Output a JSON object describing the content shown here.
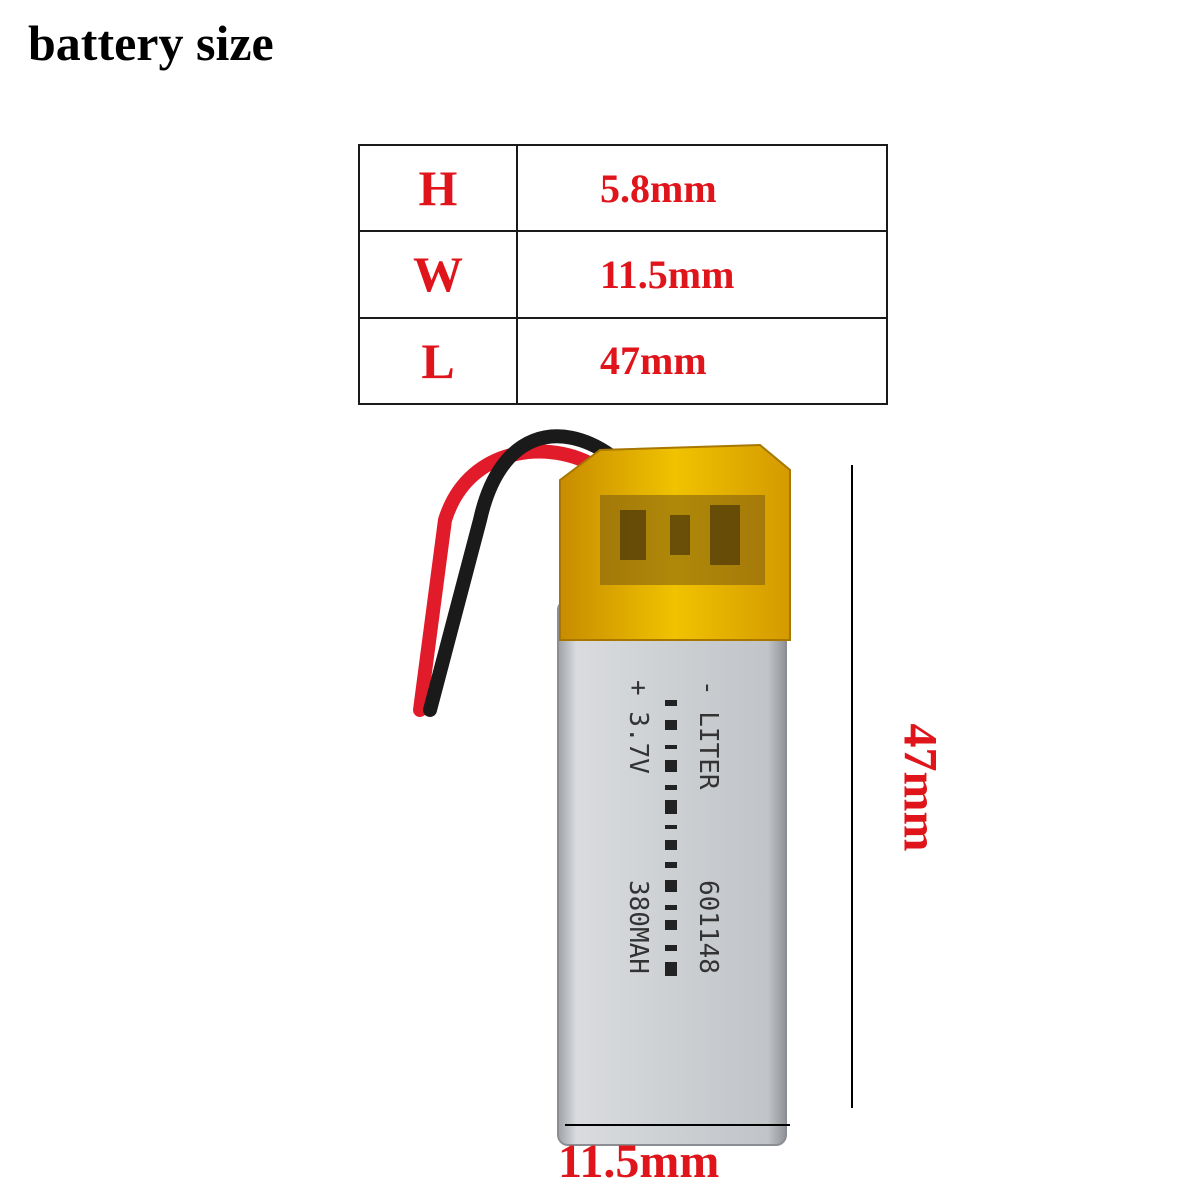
{
  "title": "battery size",
  "specs_table": {
    "rows": [
      {
        "key": "H",
        "value": "5.8mm"
      },
      {
        "key": "W",
        "value": "11.5mm"
      },
      {
        "key": "L",
        "value": "47mm"
      }
    ]
  },
  "battery_print": {
    "line_minus": "- LITER",
    "line_model": "601148",
    "line_plus": "+ 3.7V",
    "line_capacity": "380MAH"
  },
  "dimension_labels": {
    "width": "11.5mm",
    "length": "47mm"
  },
  "colors": {
    "accent_red": "#e0141b",
    "battery_body": "#c9cbcf",
    "kapton_tape": "#e8b400",
    "wire_red": "#e21b2a",
    "wire_black": "#1a1a1a"
  }
}
